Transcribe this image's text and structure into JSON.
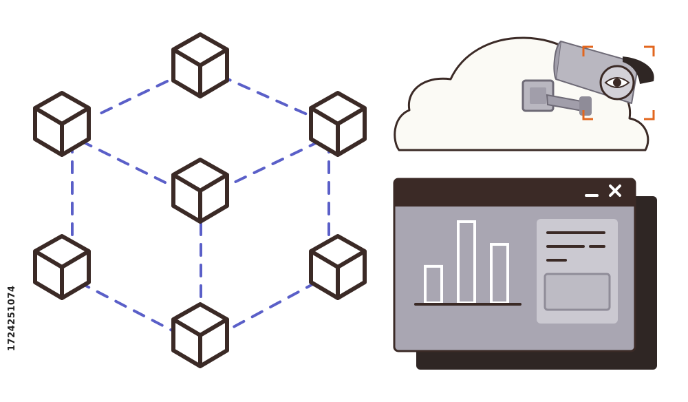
{
  "illustration": {
    "stock_id": "1724251074",
    "window_controls": {
      "minimize_icon": "minimize-icon",
      "close_icon": "close-icon"
    },
    "bar_chart": {
      "type": "bar",
      "values": [
        0.45,
        1.0,
        0.72
      ]
    },
    "colors": {
      "outline": "#3b2a26",
      "dashed_link": "#5a5fc8",
      "cloud_fill": "#fbfaf5",
      "window_bar": "#3b2a26",
      "window_body": "#a9a6b2",
      "card": "#cbc9d1",
      "camera": "#b9b7c0",
      "focus_brackets": "#e2661e"
    }
  }
}
